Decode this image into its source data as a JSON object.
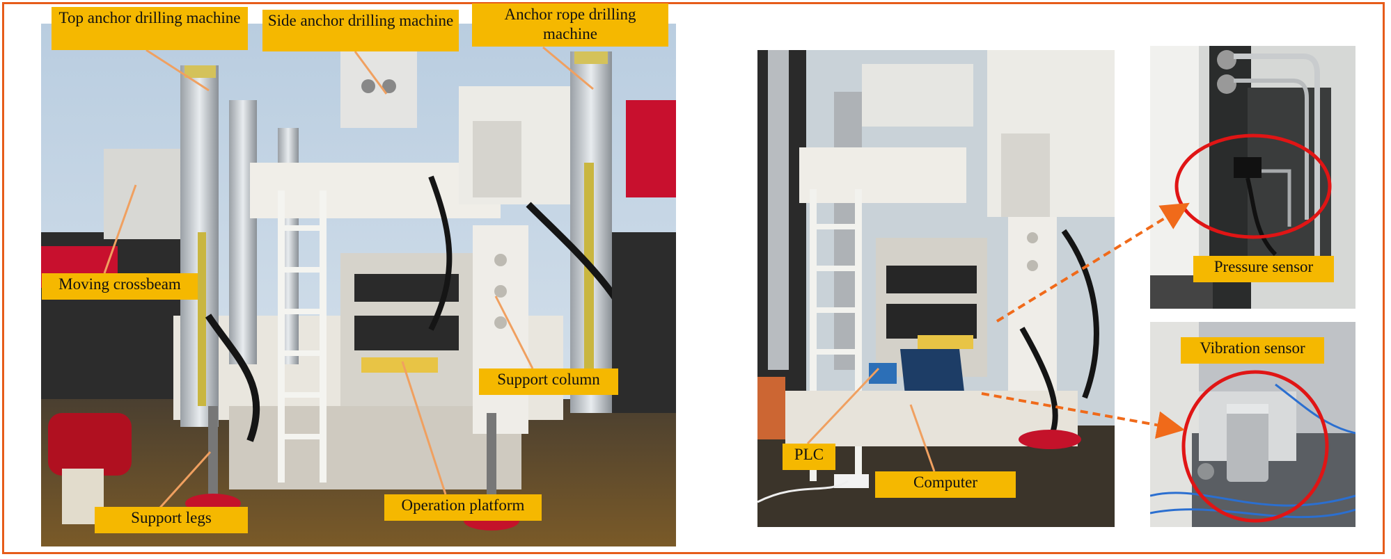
{
  "labels": {
    "top_anchor": "Top anchor drilling machine",
    "side_anchor": "Side anchor drilling machine",
    "anchor_rope": "Anchor rope drilling machine",
    "moving_crossbeam": "Moving crossbeam",
    "support_column": "Support column",
    "support_legs": "Support legs",
    "operation_platform": "Operation platform",
    "plc": "PLC",
    "computer": "Computer",
    "pressure_sensor": "Pressure sensor",
    "vibration_sensor": "Vibration sensor"
  },
  "colors": {
    "frame": "#e65c1a",
    "label_bg": "#f5b800",
    "leader_line": "#f0a060",
    "arrow": "#f06a1a",
    "circle": "#e01515"
  }
}
